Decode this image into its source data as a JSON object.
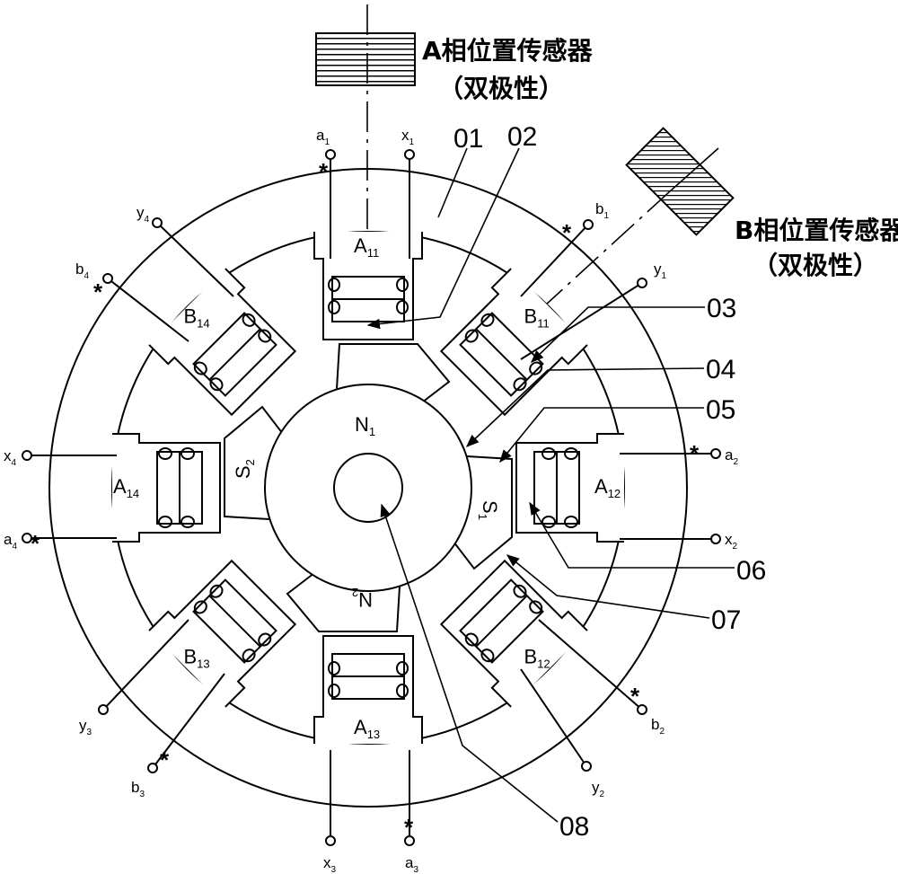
{
  "sensors": {
    "a_title": "A相位置传感器",
    "a_sub": "（双极性）",
    "b_title": "B相位置传感器",
    "b_sub": "（双极性）"
  },
  "callouts": [
    "01",
    "02",
    "03",
    "04",
    "05",
    "06",
    "07",
    "08"
  ],
  "poles": {
    "A11": {
      "main": "A",
      "sub": "11"
    },
    "A12": {
      "main": "A",
      "sub": "12"
    },
    "A13": {
      "main": "A",
      "sub": "13"
    },
    "A14": {
      "main": "A",
      "sub": "14"
    },
    "B11": {
      "main": "B",
      "sub": "11"
    },
    "B12": {
      "main": "B",
      "sub": "12"
    },
    "B13": {
      "main": "B",
      "sub": "13"
    },
    "B14": {
      "main": "B",
      "sub": "14"
    }
  },
  "rotor": {
    "N1": {
      "main": "N",
      "sub": "1"
    },
    "N2": {
      "main": "N",
      "sub": "2"
    },
    "S1": {
      "main": "S",
      "sub": "1"
    },
    "S2": {
      "main": "S",
      "sub": "2"
    }
  },
  "terminals": {
    "a1": {
      "main": "a",
      "sub": "1"
    },
    "x1": {
      "main": "x",
      "sub": "1"
    },
    "a2": {
      "main": "a",
      "sub": "2"
    },
    "x2": {
      "main": "x",
      "sub": "2"
    },
    "a3": {
      "main": "a",
      "sub": "3"
    },
    "x3": {
      "main": "x",
      "sub": "3"
    },
    "a4": {
      "main": "a",
      "sub": "4"
    },
    "x4": {
      "main": "x",
      "sub": "4"
    },
    "b1": {
      "main": "b",
      "sub": "1"
    },
    "y1": {
      "main": "y",
      "sub": "1"
    },
    "b2": {
      "main": "b",
      "sub": "2"
    },
    "y2": {
      "main": "y",
      "sub": "2"
    },
    "b3": {
      "main": "b",
      "sub": "3"
    },
    "y3": {
      "main": "y",
      "sub": "3"
    },
    "b4": {
      "main": "b",
      "sub": "4"
    },
    "y4": {
      "main": "y",
      "sub": "4"
    }
  },
  "polarity_mark": "*"
}
